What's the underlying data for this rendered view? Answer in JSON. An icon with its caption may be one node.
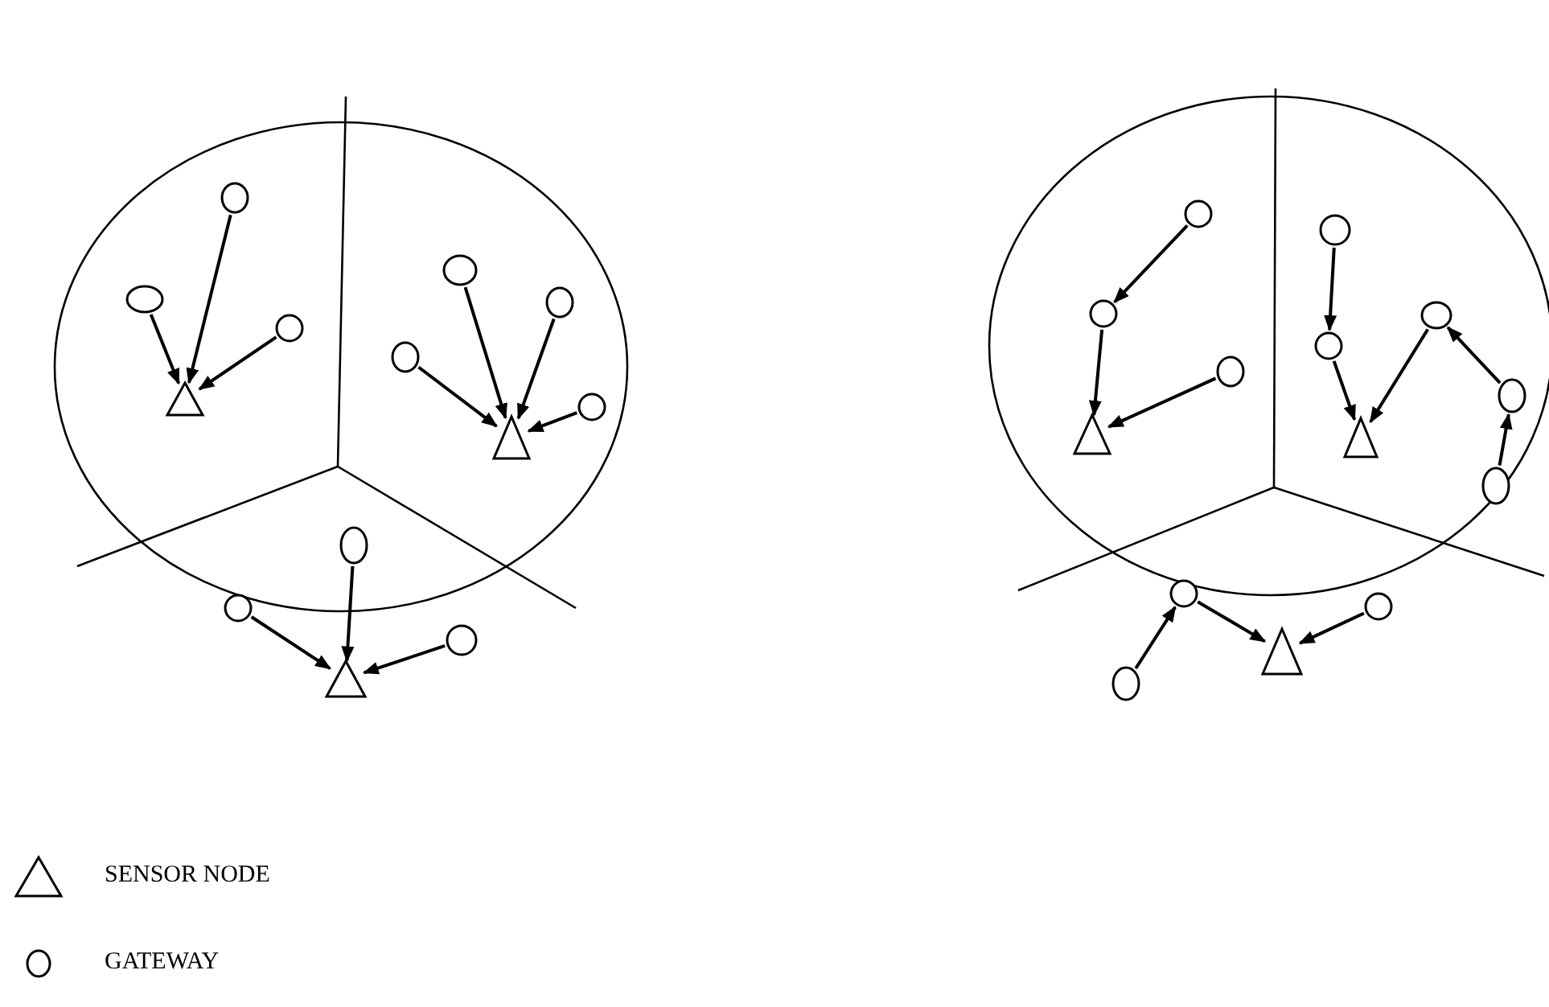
{
  "diagram": {
    "nodes": [
      {
        "text": [],
        "shape": "triangle"
      },
      {
        "text": [],
        "shape": "circle"
      },
      {
        "text": [],
        "shape": "circle"
      },
      {
        "text": [],
        "shape": "circle"
      },
      {
        "text": [],
        "shape": "triangle"
      },
      {
        "text": [],
        "shape": "circle"
      },
      {
        "text": [],
        "shape": "circle"
      },
      {
        "text": [],
        "shape": "circle"
      },
      {
        "text": [],
        "shape": "circle"
      },
      {
        "text": [],
        "shape": "triangle"
      },
      {
        "text": [],
        "shape": "circle"
      },
      {
        "text": [],
        "shape": "circle"
      },
      {
        "text": [],
        "shape": "circle"
      },
      {
        "text": [],
        "shape": "triangle"
      },
      {
        "text": [],
        "shape": "circle"
      },
      {
        "text": [],
        "shape": "circle"
      },
      {
        "text": [],
        "shape": "circle"
      },
      {
        "text": [],
        "shape": "triangle"
      },
      {
        "text": [],
        "shape": "circle"
      },
      {
        "text": [],
        "shape": "circle"
      },
      {
        "text": [],
        "shape": "circle"
      },
      {
        "text": [],
        "shape": "circle"
      },
      {
        "text": [],
        "shape": "circle"
      },
      {
        "text": [],
        "shape": "triangle"
      },
      {
        "text": [],
        "shape": "circle"
      },
      {
        "text": [],
        "shape": "circle"
      },
      {
        "text": [],
        "shape": "circle"
      }
    ],
    "edges": [
      {
        "from": 1,
        "to": 0,
        "arrow": "to"
      },
      {
        "from": 2,
        "to": 0,
        "arrow": "to"
      },
      {
        "from": 3,
        "to": 0,
        "arrow": "to"
      },
      {
        "from": 5,
        "to": 4,
        "arrow": "to"
      },
      {
        "from": 6,
        "to": 4,
        "arrow": "to"
      },
      {
        "from": 7,
        "to": 4,
        "arrow": "to"
      },
      {
        "from": 8,
        "to": 4,
        "arrow": "to"
      },
      {
        "from": 10,
        "to": 9,
        "arrow": "to"
      },
      {
        "from": 11,
        "to": 9,
        "arrow": "to"
      },
      {
        "from": 12,
        "to": 9,
        "arrow": "to"
      },
      {
        "from": 14,
        "to": 15,
        "arrow": "to"
      },
      {
        "from": 15,
        "to": 13,
        "arrow": "to"
      },
      {
        "from": 16,
        "to": 13,
        "arrow": "to"
      },
      {
        "from": 18,
        "to": 19,
        "arrow": "to"
      },
      {
        "from": 19,
        "to": 17,
        "arrow": "to"
      },
      {
        "from": 20,
        "to": 17,
        "arrow": "to"
      },
      {
        "from": 21,
        "to": 20,
        "arrow": "to"
      },
      {
        "from": 22,
        "to": 21,
        "arrow": "to"
      },
      {
        "from": 24,
        "to": 23,
        "arrow": "to"
      },
      {
        "from": 25,
        "to": 23,
        "arrow": "to"
      },
      {
        "from": 26,
        "to": 24,
        "arrow": "to"
      }
    ],
    "legend": [
      {
        "text": "SENSOR NODE"
      },
      {
        "text": "GATEWAY"
      }
    ]
  }
}
